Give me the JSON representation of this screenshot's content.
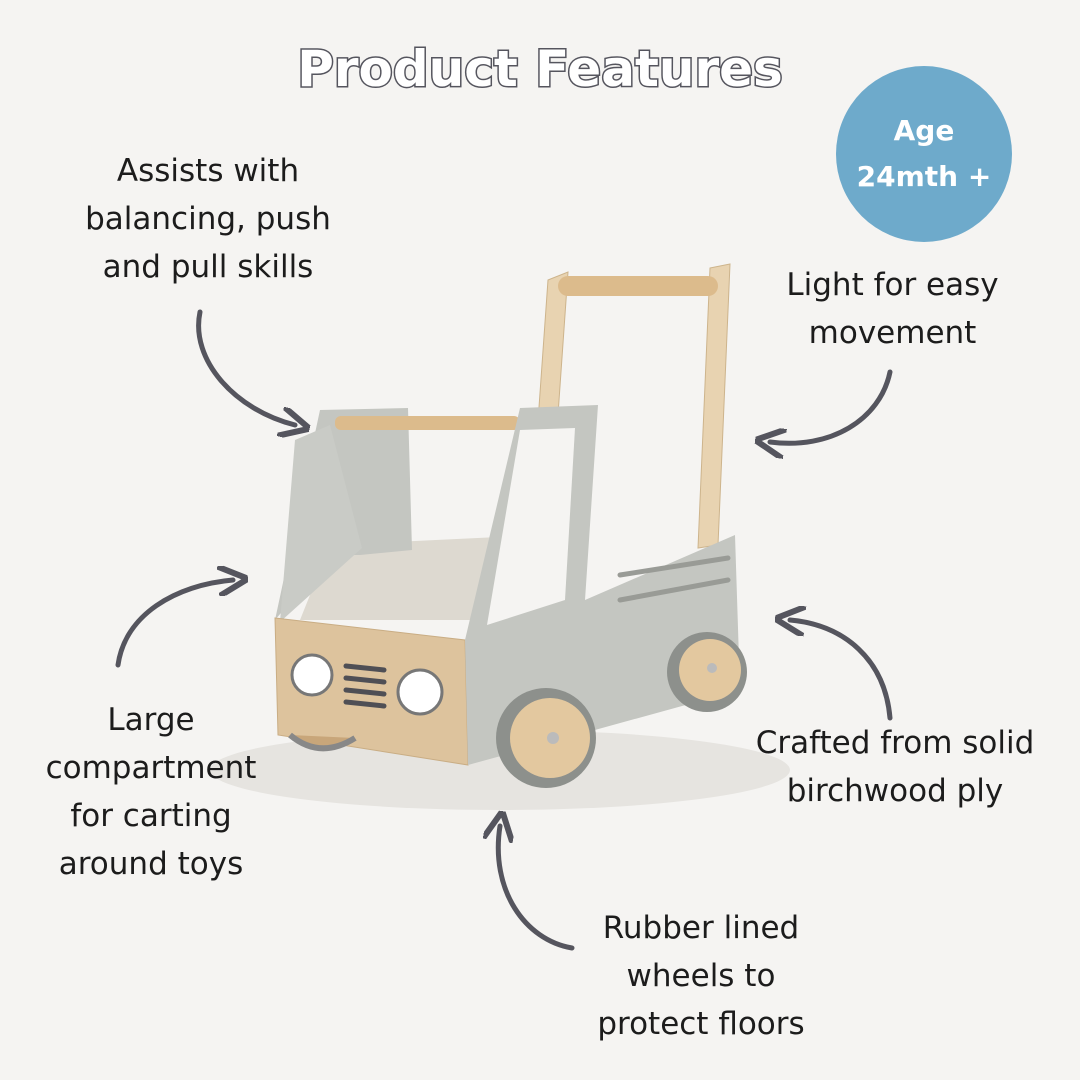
{
  "title": "Product Features",
  "badge": {
    "line1": "Age",
    "line2": "24mth +"
  },
  "features": {
    "balance": [
      "Assists with",
      "balancing, push",
      "and pull skills"
    ],
    "light": [
      "Light for easy",
      "movement"
    ],
    "compartment": [
      "Large",
      "compartment",
      "for carting",
      "around toys"
    ],
    "crafted": [
      "Crafted from solid",
      "birchwood ply"
    ],
    "wheels": [
      "Rubber lined",
      "wheels to",
      "protect floors"
    ]
  },
  "colors": {
    "background": "#f5f4f2",
    "badge": "#6eaacb",
    "arrow": "#55555e",
    "cart_grey": "#c4c6c1",
    "wood": "#ddc39d"
  }
}
